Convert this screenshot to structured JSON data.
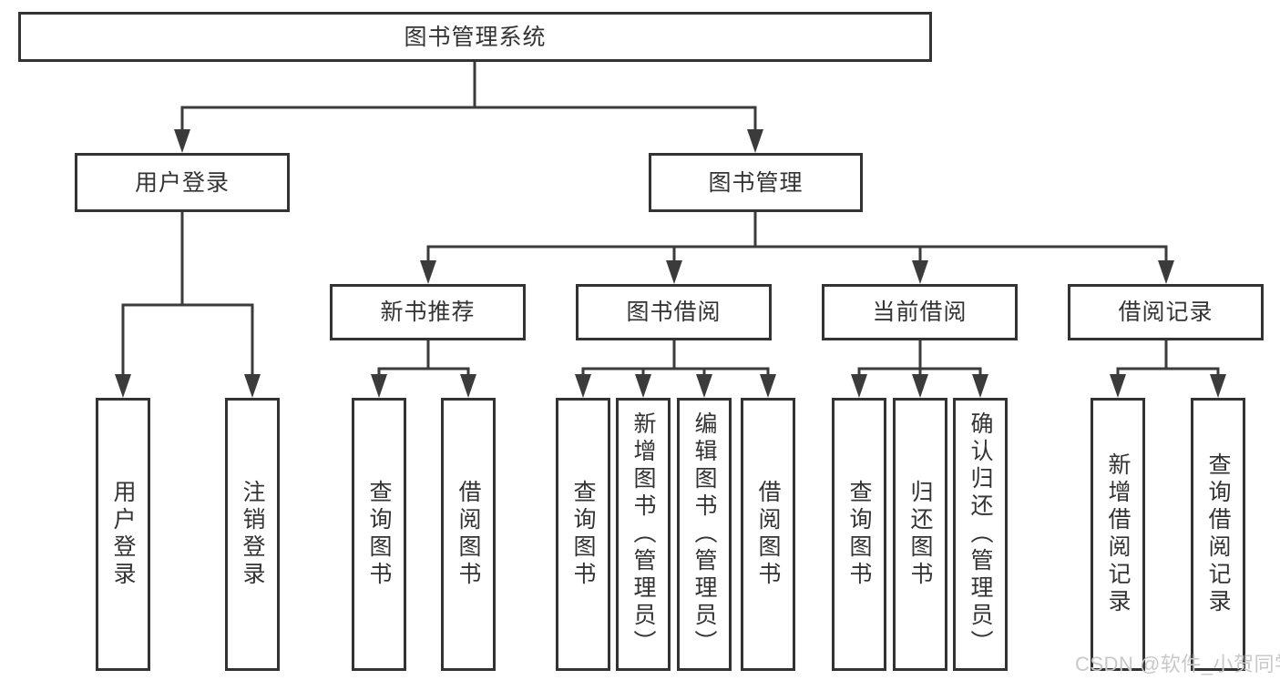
{
  "colors": {
    "line": "#3b3b3b",
    "box_border": "#333333",
    "text": "#333333",
    "watermark": "#c8c8c8",
    "background": "#ffffff"
  },
  "tree": {
    "label": "图书管理系统",
    "children": [
      {
        "label": "用户登录",
        "children": [
          {
            "label": "用户登录"
          },
          {
            "label": "注销登录"
          }
        ]
      },
      {
        "label": "图书管理",
        "children": [
          {
            "label": "新书推荐",
            "children": [
              {
                "label": "查询图书"
              },
              {
                "label": "借阅图书"
              }
            ]
          },
          {
            "label": "图书借阅",
            "children": [
              {
                "label": "查询图书"
              },
              {
                "label": "新增图书（管理员）"
              },
              {
                "label": "编辑图书（管理员）"
              },
              {
                "label": "借阅图书"
              }
            ]
          },
          {
            "label": "当前借阅",
            "children": [
              {
                "label": "查询图书"
              },
              {
                "label": "归还图书"
              },
              {
                "label": "确认归还（管理员）"
              }
            ]
          },
          {
            "label": "借阅记录",
            "children": [
              {
                "label": "新增借阅记录"
              },
              {
                "label": "查询借阅记录"
              }
            ]
          }
        ]
      }
    ]
  },
  "watermark": {
    "text": "CSDN @软件_小贺同学"
  }
}
